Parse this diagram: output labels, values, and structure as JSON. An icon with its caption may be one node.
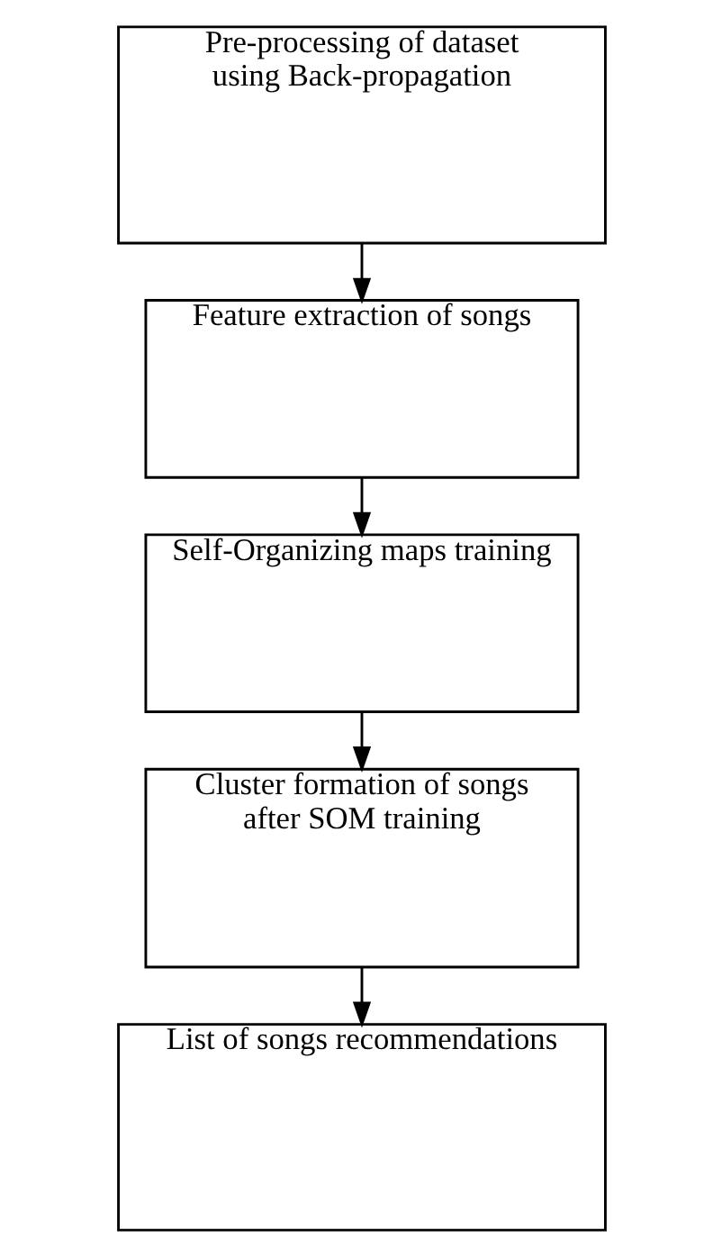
{
  "diagram": {
    "nodes": [
      {
        "text": [
          "Pre-processing of dataset using Back-propagation"
        ]
      },
      {
        "text": [
          "Feature extraction of songs"
        ]
      },
      {
        "text": [
          "Self-Organizing maps training"
        ]
      },
      {
        "text": [
          "Cluster formation of songs after SOM training"
        ]
      },
      {
        "text": [
          "List of songs recommendations"
        ]
      }
    ],
    "edges": [
      {
        "from": 0,
        "to": 1,
        "arrow": "to"
      },
      {
        "from": 1,
        "to": 2,
        "arrow": "to"
      },
      {
        "from": 2,
        "to": 3,
        "arrow": "to"
      },
      {
        "from": 3,
        "to": 4,
        "arrow": "to"
      }
    ]
  }
}
